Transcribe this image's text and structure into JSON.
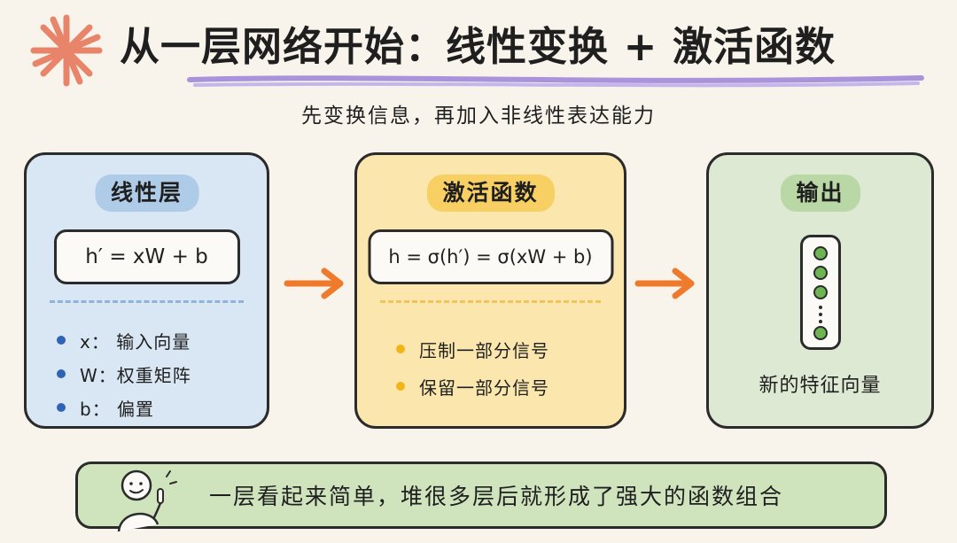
{
  "header": {
    "title": "从一层网络开始：线性变换 + 激活函数",
    "subtitle": "先变换信息，再加入非线性表达能力"
  },
  "linear_panel": {
    "title": "线性层",
    "formula": "h′ = xW + b",
    "bullets": [
      "x： 输入向量",
      "W：权重矩阵",
      "b： 偏置"
    ]
  },
  "activation_panel": {
    "title": "激活函数",
    "formula": "h = σ(h′) = σ(xW + b)",
    "bullets": [
      "压制一部分信号",
      "保留一部分信号"
    ]
  },
  "output_panel": {
    "title": "输出",
    "label": "新的特征向量"
  },
  "footer": {
    "text": "一层看起来简单，堆很多层后就形成了强大的函数组合"
  },
  "icons": {
    "starburst": "starburst-icon",
    "arrow": "arrow-right-icon",
    "figure": "pointing-figure-icon"
  },
  "colors": {
    "linear": "#d9e6f3",
    "activation": "#fbe7ad",
    "output": "#dde9d2",
    "arrow": "#ef7a2c",
    "underline": "#a994dc"
  }
}
